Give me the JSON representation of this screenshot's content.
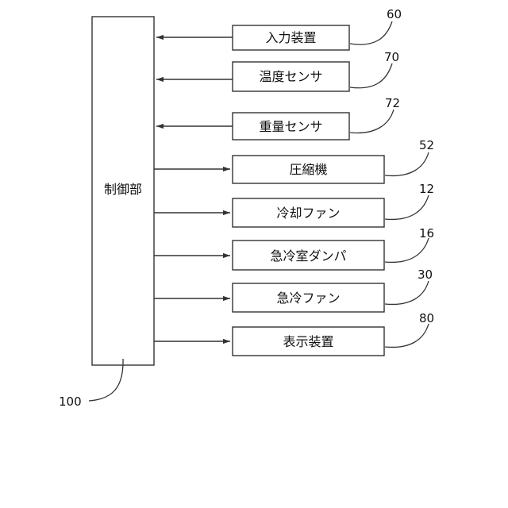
{
  "controller": {
    "label": "制御部",
    "ref": "100"
  },
  "inputs": [
    {
      "label": "入力装置",
      "ref": "60"
    },
    {
      "label": "温度センサ",
      "ref": "70"
    },
    {
      "label": "重量センサ",
      "ref": "72"
    }
  ],
  "outputs": [
    {
      "label": "圧縮機",
      "ref": "52"
    },
    {
      "label": "冷却ファン",
      "ref": "12"
    },
    {
      "label": "急冷室ダンパ",
      "ref": "16"
    },
    {
      "label": "急冷ファン",
      "ref": "30"
    },
    {
      "label": "表示装置",
      "ref": "80"
    }
  ],
  "colors": {
    "line": "#333333",
    "text": "#111111",
    "background": "#ffffff"
  }
}
